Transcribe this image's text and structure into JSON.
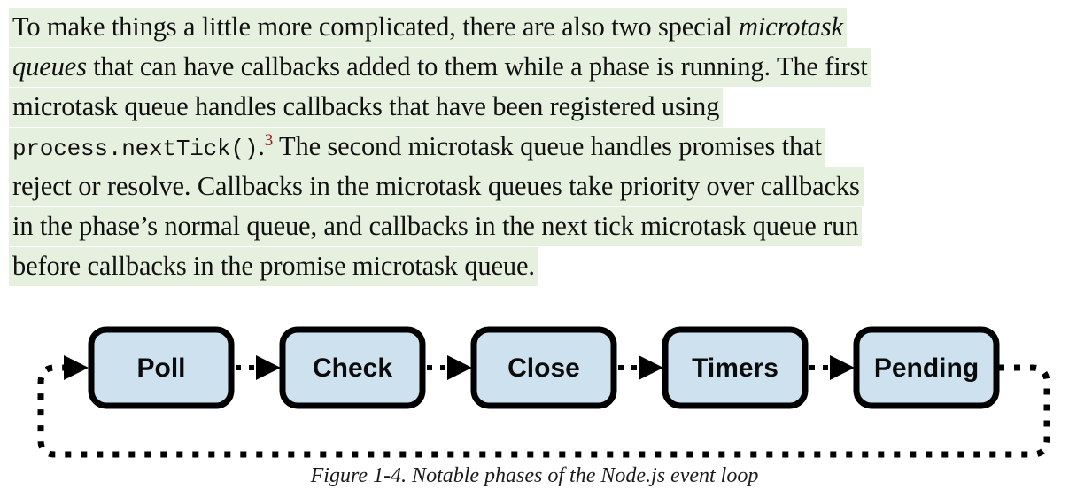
{
  "document": {
    "highlight_color": "#e5f0de",
    "footnote_marker_color": "#9c1c20",
    "body_text_color": "#111111"
  },
  "paragraph": {
    "lines": [
      {
        "id": "line-1",
        "segments": [
          {
            "kind": "roman",
            "text": "To make things a little more complicated, there are also two special "
          },
          {
            "kind": "italic",
            "text": "microtask"
          }
        ],
        "plain": "To make things a little more complicated, there are also two special microtask"
      },
      {
        "id": "line-2",
        "segments": [
          {
            "kind": "italic",
            "text": "queues"
          },
          {
            "kind": "roman",
            "text": " that can have callbacks added to them while a phase is running. The first"
          }
        ],
        "plain": "queues that can have callbacks added to them while a phase is running. The first"
      },
      {
        "id": "line-3",
        "segments": [
          {
            "kind": "roman",
            "text": "microtask queue handles callbacks that have been registered using"
          }
        ],
        "plain": "microtask queue handles callbacks that have been registered using"
      },
      {
        "id": "line-4",
        "segments": [
          {
            "kind": "code",
            "text": "process.nextTick()"
          },
          {
            "kind": "roman",
            "text": "."
          },
          {
            "kind": "footnote",
            "text": "3"
          },
          {
            "kind": "roman",
            "text": " The second microtask queue handles promises that"
          }
        ],
        "plain": "process.nextTick().3 The second microtask queue handles promises that"
      },
      {
        "id": "line-5",
        "segments": [
          {
            "kind": "roman",
            "text": "reject or resolve. Callbacks in the microtask queues take priority over callbacks"
          }
        ],
        "plain": "reject or resolve. Callbacks in the microtask queues take priority over callbacks"
      },
      {
        "id": "line-6",
        "segments": [
          {
            "kind": "roman",
            "text": "in the phase’s normal queue, and callbacks in the next tick microtask queue run"
          }
        ],
        "plain": "in the phase’s normal queue, and callbacks in the next tick microtask queue run"
      },
      {
        "id": "line-7",
        "segments": [
          {
            "kind": "roman",
            "text": "before callbacks in the promise microtask queue."
          }
        ],
        "plain": "before callbacks in the promise microtask queue."
      }
    ],
    "line1_pre_italic": "To make things a little more complicated, there are also two special ",
    "line1_italic": "microtask",
    "line2_italic": "queues",
    "line2_post_italic": " that can have callbacks added to them while a phase is running. The first",
    "line3": "microtask queue handles callbacks that have been registered using",
    "line4_code": "process.nextTick()",
    "line4_dot": ".",
    "line4_footnote": "3",
    "line4_rest": " The second microtask queue handles promises that",
    "line5": "reject or resolve. Callbacks in the microtask queues take priority over callbacks",
    "line6": "in the phase’s normal queue, and callbacks in the next tick microtask queue run",
    "line7": "before callbacks in the promise microtask queue."
  },
  "figure": {
    "caption": "Figure 1-4. Notable phases of the Node.js event loop",
    "node_fill": "#cde1ef",
    "node_stroke": "#000000",
    "nodes": [
      {
        "id": "poll",
        "label": "Poll"
      },
      {
        "id": "check",
        "label": "Check"
      },
      {
        "id": "close",
        "label": "Close"
      },
      {
        "id": "timers",
        "label": "Timers"
      },
      {
        "id": "pending",
        "label": "Pending"
      }
    ],
    "connectors": [
      {
        "from": "loop-start",
        "to": "poll",
        "style": "dotted-arrow"
      },
      {
        "from": "poll",
        "to": "check",
        "style": "dotted-arrow"
      },
      {
        "from": "check",
        "to": "close",
        "style": "dotted-arrow"
      },
      {
        "from": "close",
        "to": "timers",
        "style": "dotted-arrow"
      },
      {
        "from": "timers",
        "to": "pending",
        "style": "dotted-arrow"
      },
      {
        "from": "pending",
        "to": "poll",
        "style": "dotted-loop-back"
      }
    ]
  }
}
